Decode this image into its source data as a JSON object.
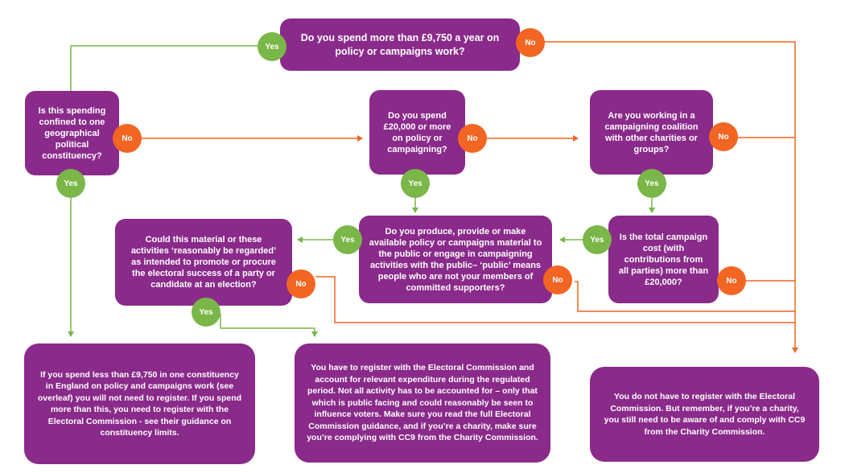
{
  "questions": {
    "q1": "Do you spend more than £9,750 a year on policy or campaigns work?",
    "q2": "Is this spending confined to one geographical political constituency?",
    "q3": "Do you spend £20,000 or more on policy or campaigning?",
    "q4": "Are you working in a campaigning coalition with other charities or groups?",
    "q5": "Is the total campaign cost (with contributions from all parties) more than £20,000?",
    "q6": "Do you produce, provide or make available policy or campaigns material to the public or engage in campaigning activities with the public– ‘public’ means people who are not your members of committed supporters?",
    "q7": "Could this material or these activities ‘reasonably be regarded’ as intended to promote or procure the electoral success of a party or candidate at an election?"
  },
  "outcomes": {
    "constituency": "If you spend less than £9,750 in one constituency in England on policy and campaigns work (see overleaf) you will not need to register. If you spend more than this, you need to register with the Electoral Commission - see their guidance on constituency limits.",
    "register": "You have to register with the Electoral Commission and account for relevant expenditure during the regulated period. Not all activity has to be accounted for – only that which is public facing and could reasonably be seen to influence voters. Make sure you read the full Electoral Commission guidance, and if you’re a charity, make sure you’re complying with CC9 from the Charity Commission.",
    "no_register": "You do not have to register with the Electoral Commission. But remember, if you’re a charity, you still need to be aware of and comply with CC9 from the Charity Commission."
  },
  "labels": {
    "yes": "Yes",
    "no": "No"
  },
  "colors": {
    "box": "#8a2a8a",
    "yes": "#7ab648",
    "no": "#f26522"
  }
}
